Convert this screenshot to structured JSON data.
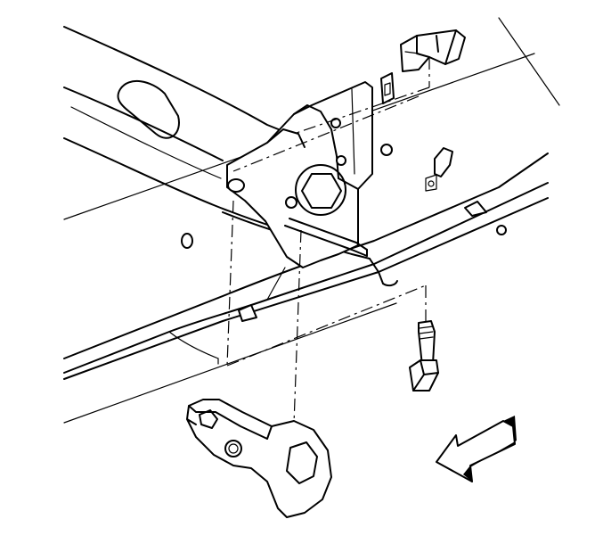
{
  "illustration": {
    "kind": "exploded-view line drawing",
    "parts": [
      "frame-rail",
      "crossmember",
      "torsion-bar",
      "torsion-bar-key",
      "adjuster-bolt",
      "retainer-clip",
      "direction-arrow"
    ],
    "colors": {
      "line": "#000000",
      "background": "#ffffff"
    },
    "icons": [
      "arrow-icon"
    ]
  }
}
